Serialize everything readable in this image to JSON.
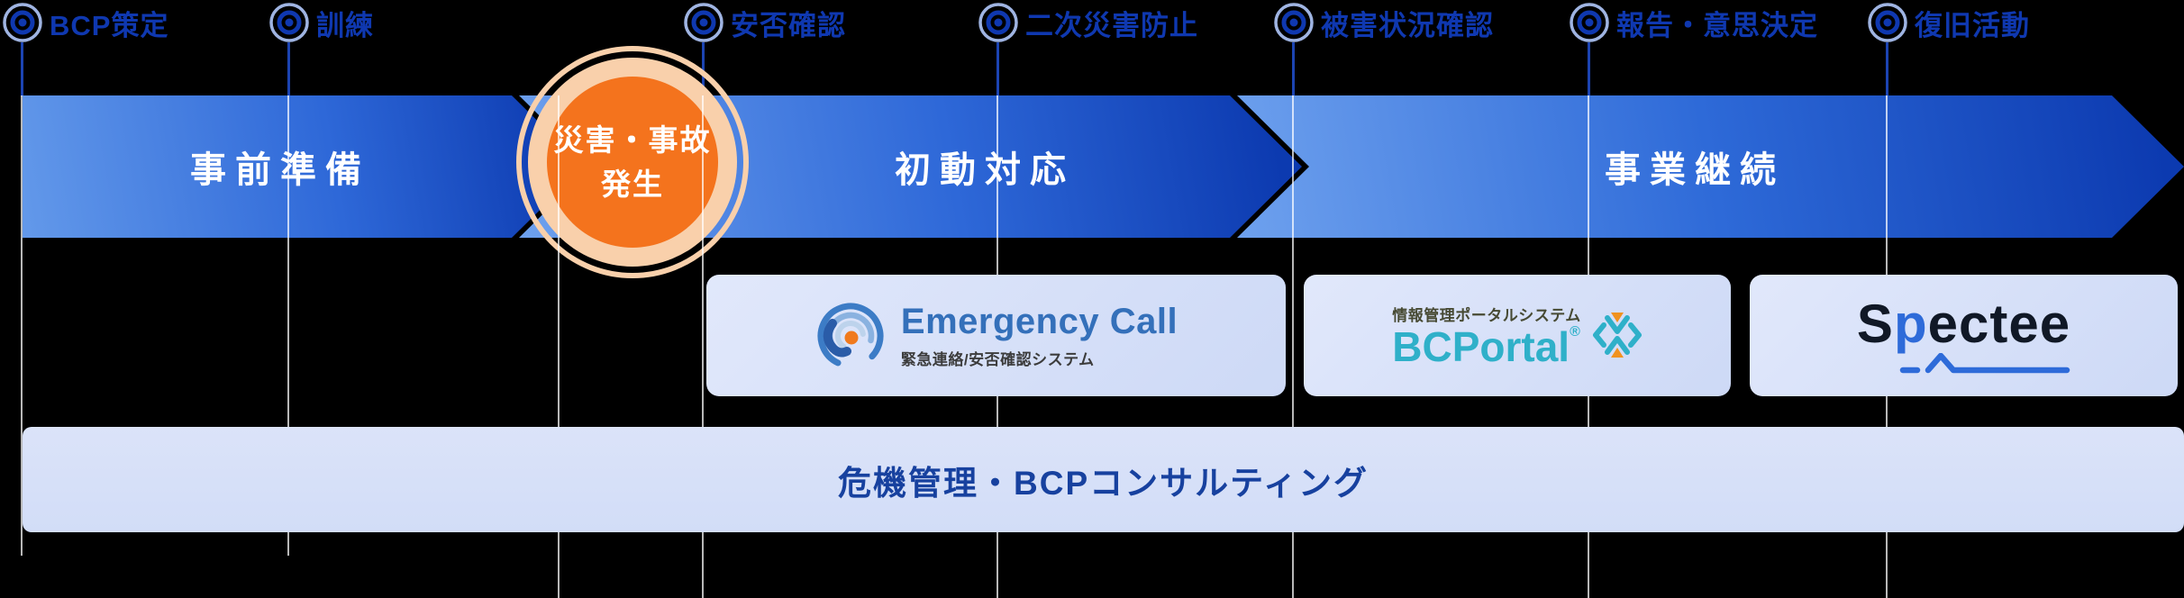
{
  "timeline": {
    "milestones": [
      {
        "label": "BCP策定"
      },
      {
        "label": "訓練"
      },
      {
        "label": "安否確認"
      },
      {
        "label": "二次災害防止"
      },
      {
        "label": "被害状況確認"
      },
      {
        "label": "報告・意思決定"
      },
      {
        "label": "復旧活動"
      }
    ],
    "phases": [
      {
        "label": "事前準備"
      },
      {
        "label": "初動対応"
      },
      {
        "label": "事業継続"
      }
    ],
    "event": {
      "line1": "災害・事故",
      "line2": "発生"
    }
  },
  "products": {
    "emergency_call": {
      "name": "Emergency Call",
      "subtitle": "緊急連絡/安否確認システム"
    },
    "bcportal": {
      "system_label": "情報管理ポータルシステム",
      "name": "BCPortal",
      "registered_mark": "®"
    },
    "spectee": {
      "part1": "S",
      "part2": "p",
      "part3": "ectee"
    }
  },
  "consulting": {
    "label": "危機管理・BCPコンサルティング"
  },
  "colors": {
    "milestone_blue": "#0f38b0",
    "band_blue_dark": "#0c3ab0",
    "band_blue_light": "#6ea1ee",
    "event_orange": "#f4731d",
    "halo_peach": "#f9d0ab",
    "card_background": "#d8e1f8",
    "emergency_call_blue": "#3470ba",
    "bcportal_teal": "#2fb0c9",
    "spectee_blue": "#2e6bd9",
    "consulting_text_blue": "#17419f"
  }
}
